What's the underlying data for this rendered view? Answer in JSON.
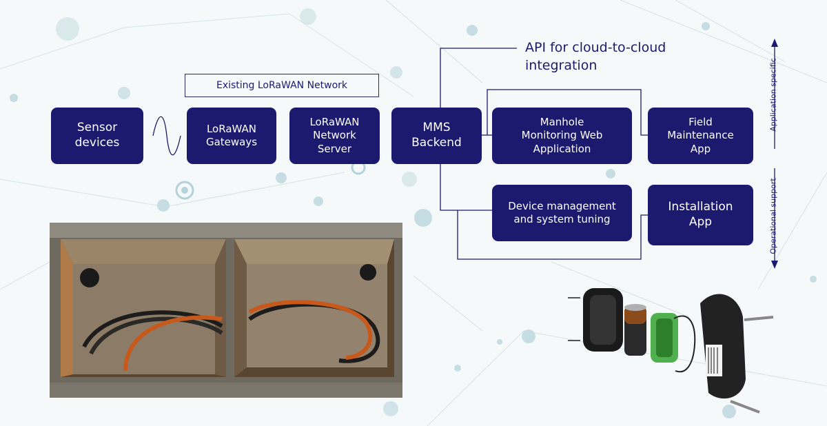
{
  "colors": {
    "box": "#1b1a6e",
    "line": "#1b1a6e",
    "background": "#f6f9fa",
    "dot": "#c6dde3"
  },
  "network_label": "Existing LoRaWAN Network",
  "api_label": "API for cloud-to-cloud\nintegration",
  "side_labels": {
    "top": "Application specific",
    "bottom": "Operational support"
  },
  "nodes": {
    "sensor_devices": "Sensor\ndevices",
    "gateways": "LoRaWAN\nGateways",
    "network_server": "LoRaWAN\nNetwork\nServer",
    "backend": "MMS\nBackend",
    "web_app": "Manhole\nMonitoring Web\nApplication",
    "field_app": "Field\nMaintenance\nApp",
    "device_mgmt": "Device management\nand system tuning",
    "installation_app": "Installation\nApp"
  },
  "images": {
    "manholes": "manhole-chambers-photo",
    "sensor": "sensor-exploded-view"
  }
}
